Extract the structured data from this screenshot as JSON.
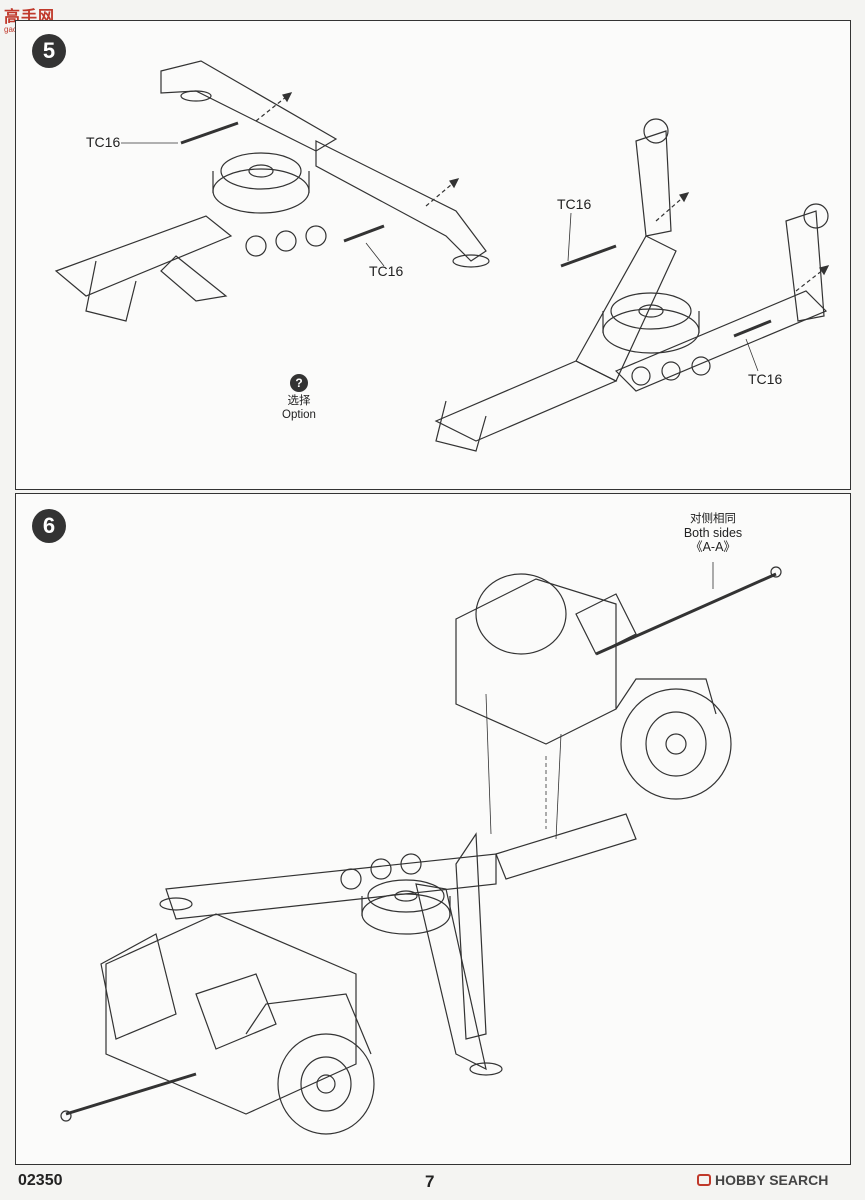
{
  "watermark": {
    "logo_text": "高手网",
    "logo_url_text": "gao-shou.com"
  },
  "step5": {
    "number": "5",
    "parts": [
      "TC16",
      "TC16",
      "TC16",
      "TC16"
    ],
    "option_icon": "?",
    "option_cn": "选择",
    "option_en": "Option"
  },
  "step6": {
    "number": "6",
    "note_cn": "对侧相同",
    "note_en": "Both sides",
    "note_ref": "《A-A》"
  },
  "footer": {
    "code": "02350",
    "page": "7",
    "brand": "HOBBY SEARCH",
    "brand_icon": "hobby-search-logo-icon"
  }
}
